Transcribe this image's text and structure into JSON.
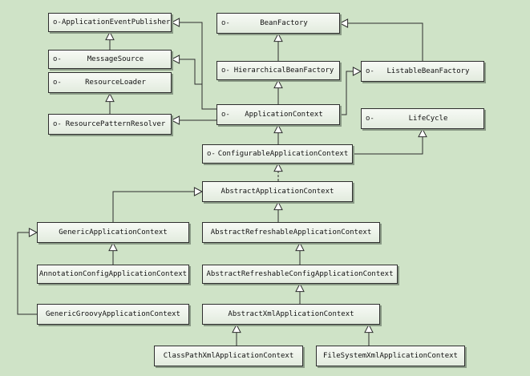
{
  "diagram": {
    "interface_marker": "o-",
    "colors": {
      "background": "#cfe3c7",
      "line": "#2e2e2e",
      "box": "#eef3eb"
    },
    "nodes": {
      "app_event_publisher": "ApplicationEventPublisher",
      "bean_factory": "BeanFactory",
      "message_source": "MessageSource",
      "hierarchical_bean_factory": "HierarchicalBeanFactory",
      "listable_bean_factory": "ListableBeanFactory",
      "resource_loader": "ResourceLoader",
      "resource_pattern_resolver": "ResourcePatternResolver",
      "application_context": "ApplicationContext",
      "lifecycle": "LifeCycle",
      "configurable_application_context": "ConfigurableApplicationContext",
      "abstract_application_context": "AbstractApplicationContext",
      "generic_application_context": "GenericApplicationContext",
      "abstract_refreshable_application_context": "AbstractRefreshableApplicationContext",
      "annotation_config_application_context": "AnnotationConfigApplicationContext",
      "abstract_refreshable_config_application_context": "AbstractRefreshableConfigApplicationContext",
      "generic_groovy_application_context": "GenericGroovyApplicationContext",
      "abstract_xml_application_context": "AbstractXmlApplicationContext",
      "class_path_xml_application_context": "ClassPathXmlApplicationContext",
      "file_system_xml_application_context": "FileSystemXmlApplicationContext"
    },
    "relations": [
      {
        "from": "message_source",
        "to": "app_event_publisher",
        "kind": "extends"
      },
      {
        "from": "resource_pattern_resolver",
        "to": "resource_loader",
        "kind": "extends"
      },
      {
        "from": "hierarchical_bean_factory",
        "to": "bean_factory",
        "kind": "extends"
      },
      {
        "from": "listable_bean_factory",
        "to": "bean_factory",
        "kind": "extends"
      },
      {
        "from": "application_context",
        "to": "hierarchical_bean_factory",
        "kind": "extends"
      },
      {
        "from": "application_context",
        "to": "listable_bean_factory",
        "kind": "extends"
      },
      {
        "from": "application_context",
        "to": "app_event_publisher",
        "kind": "extends"
      },
      {
        "from": "application_context",
        "to": "message_source",
        "kind": "extends"
      },
      {
        "from": "application_context",
        "to": "resource_pattern_resolver",
        "kind": "extends"
      },
      {
        "from": "configurable_application_context",
        "to": "application_context",
        "kind": "extends"
      },
      {
        "from": "configurable_application_context",
        "to": "lifecycle",
        "kind": "extends"
      },
      {
        "from": "abstract_application_context",
        "to": "configurable_application_context",
        "kind": "implements"
      },
      {
        "from": "generic_application_context",
        "to": "abstract_application_context",
        "kind": "extends"
      },
      {
        "from": "abstract_refreshable_application_context",
        "to": "abstract_application_context",
        "kind": "extends"
      },
      {
        "from": "annotation_config_application_context",
        "to": "generic_application_context",
        "kind": "extends"
      },
      {
        "from": "generic_groovy_application_context",
        "to": "generic_application_context",
        "kind": "extends"
      },
      {
        "from": "abstract_refreshable_config_application_context",
        "to": "abstract_refreshable_application_context",
        "kind": "extends"
      },
      {
        "from": "abstract_xml_application_context",
        "to": "abstract_refreshable_config_application_context",
        "kind": "extends"
      },
      {
        "from": "class_path_xml_application_context",
        "to": "abstract_xml_application_context",
        "kind": "extends"
      },
      {
        "from": "file_system_xml_application_context",
        "to": "abstract_xml_application_context",
        "kind": "extends"
      }
    ]
  }
}
